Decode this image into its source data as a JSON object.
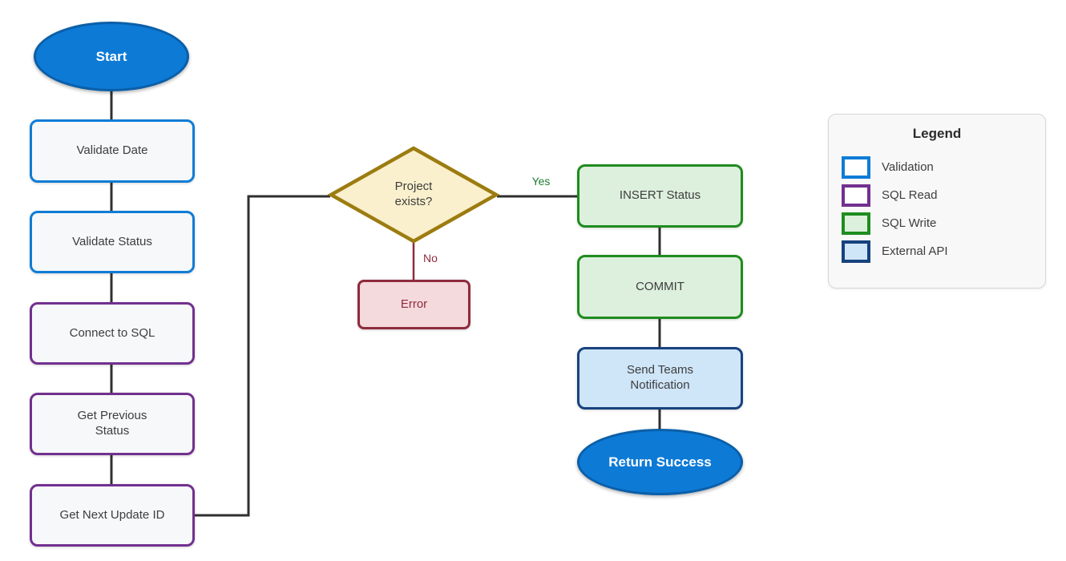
{
  "diagram": {
    "nodes": {
      "start": {
        "label": "Start",
        "type": "terminal"
      },
      "validate_date": {
        "label": "Validate Date",
        "type": "validation"
      },
      "validate_status": {
        "label": "Validate Status",
        "type": "validation"
      },
      "connect_sql": {
        "label": "Connect to SQL",
        "type": "sql_read"
      },
      "get_previous_status": {
        "label": "Get Previous Status",
        "type": "sql_read"
      },
      "get_next_update_id": {
        "label": "Get Next Update ID",
        "type": "sql_read"
      },
      "project_exists": {
        "label": "Project exists?",
        "type": "decision"
      },
      "error": {
        "label": "Error",
        "type": "error"
      },
      "insert_status": {
        "label": "INSERT Status",
        "type": "sql_write"
      },
      "commit": {
        "label": "COMMIT",
        "type": "sql_write"
      },
      "send_teams_notification": {
        "label": "Send Teams Notification",
        "type": "external_api"
      },
      "return_success": {
        "label": "Return Success",
        "type": "terminal"
      }
    },
    "edge_labels": {
      "yes": "Yes",
      "no": "No"
    },
    "legend": {
      "title": "Legend",
      "items": [
        {
          "label": "Validation",
          "border_color": "#0f7cd6",
          "fill_color": "#ffffff"
        },
        {
          "label": "SQL Read",
          "border_color": "#72308f",
          "fill_color": "#ffffff"
        },
        {
          "label": "SQL Write",
          "border_color": "#1f8c1f",
          "fill_color": "#ddefdd"
        },
        {
          "label": "External API",
          "border_color": "#17427e",
          "fill_color": "#cfe5f8"
        }
      ]
    },
    "colors": {
      "terminal_fill": "#0d7ad6",
      "terminal_border": "#0a5fa8",
      "validation_border": "#0f7cd6",
      "sql_read_border": "#72308f",
      "sql_write_border": "#1f8c1f",
      "sql_write_fill": "#ddefdd",
      "external_api_border": "#17427e",
      "external_api_fill": "#cfe5f8",
      "decision_border": "#9c7c10",
      "decision_fill": "#faf0cd",
      "error_border": "#8f2b3c",
      "error_fill": "#f4d9dd",
      "process_fill": "#f7f8fa",
      "connector": "#2f2f2f",
      "yes_label_color": "#1e7d32",
      "no_label_color": "#8f2b3c"
    }
  }
}
